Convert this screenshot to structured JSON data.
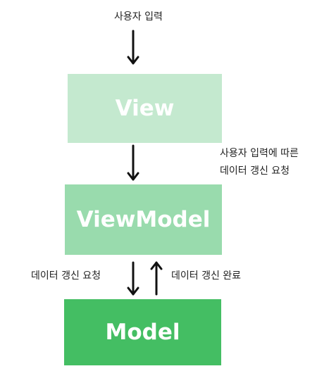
{
  "labels": {
    "user_input": "사용자 입력",
    "request_line1": "사용자 입력에 따른",
    "request_line2": "데이터 갱신 요청",
    "data_update_request": "데이터 갱신 요청",
    "data_update_complete": "데이터 갱신 완료"
  },
  "boxes": {
    "view": "View",
    "viewmodel": "ViewModel",
    "model": "Model"
  },
  "colors": {
    "view": "#c4e9cf",
    "viewmodel": "#99dbad",
    "model": "#44be63",
    "arrow": "#111111"
  }
}
